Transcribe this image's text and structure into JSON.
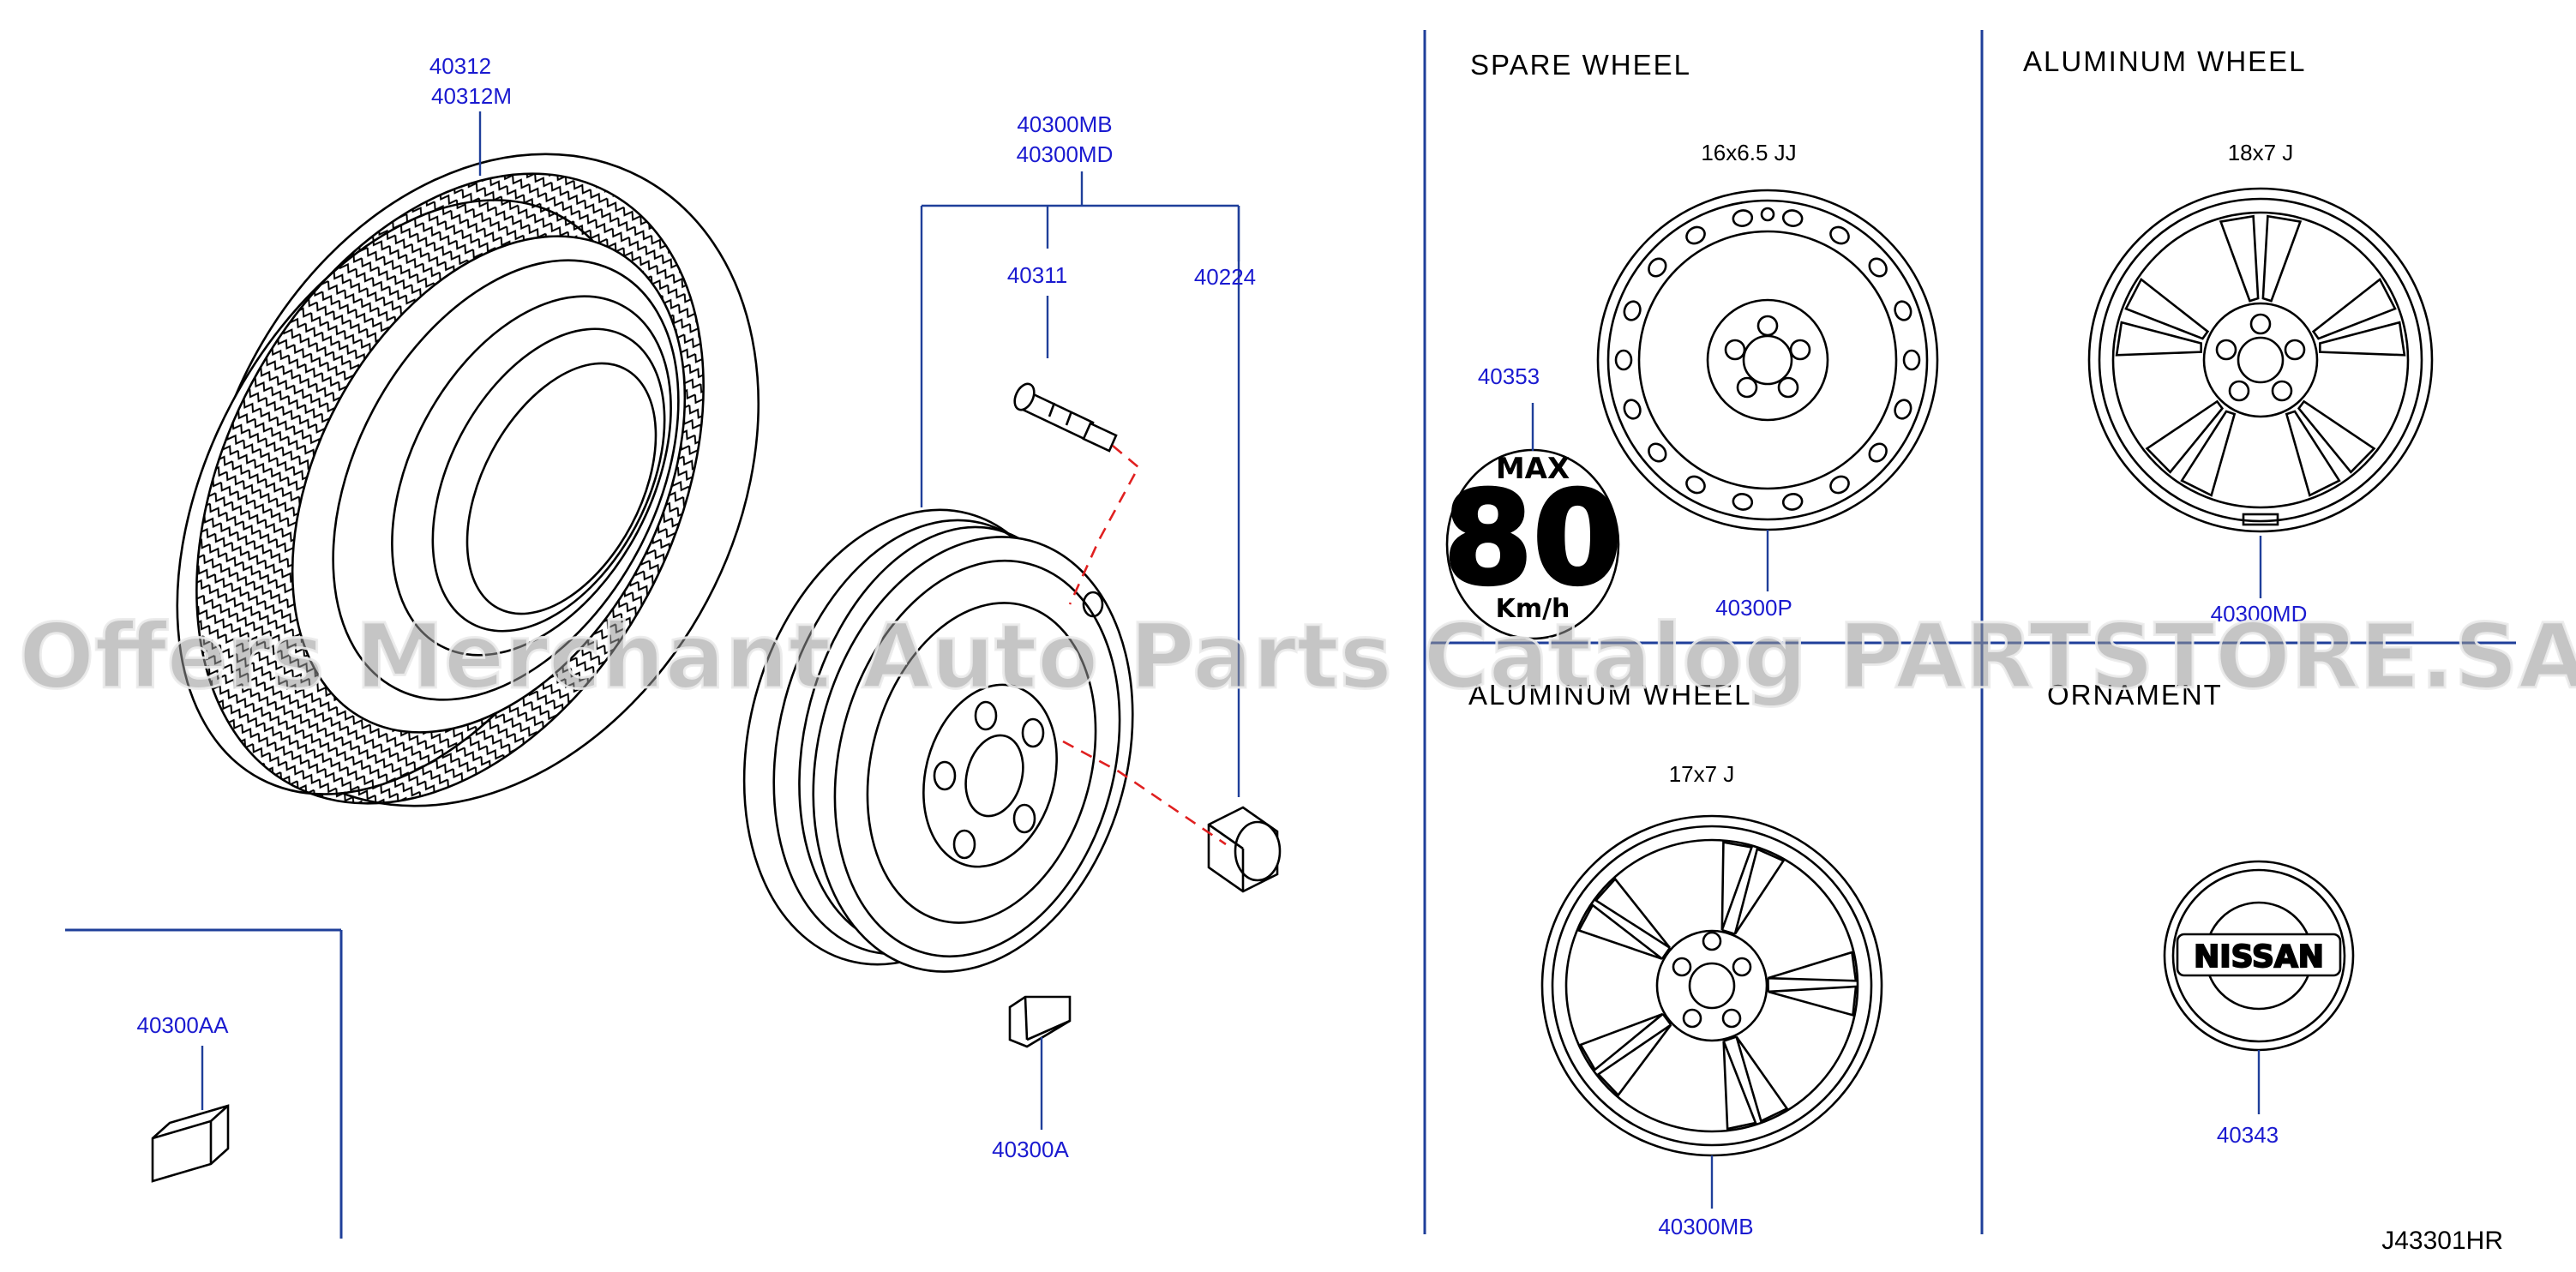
{
  "sections": {
    "spare_wheel": "SPARE   WHEEL",
    "aluminum_wheel_top": "ALUMINUM   WHEEL",
    "aluminum_wheel_bottom": "ALUMINUM   WHEEL",
    "ornament": "ORNAMENT"
  },
  "sizes": {
    "spare": "16x6.5   JJ",
    "alu18": "18x7   J",
    "alu17": "17x7   J"
  },
  "parts": {
    "tire_a": "40312",
    "tire_b": "40312M",
    "wheel_a": "40300MB",
    "wheel_b": "40300MD",
    "valve": "40311",
    "nut": "40224",
    "label": "40353",
    "spare": "40300P",
    "alu18": "40300MD",
    "weight_a": "40300A",
    "weight_aa": "40300AA",
    "alu17": "40300MB",
    "ornament": "40343"
  },
  "label_sticker": {
    "max": "MAX",
    "speed": "80",
    "unit": "Km/h"
  },
  "ornament_logo": "NISSAN",
  "diagram_code": "J43301HR",
  "watermark": "Offers Merchant Auto Parts Catalog PARTSTORE.SA",
  "colors": {
    "part_number": "#1a1ad0",
    "divider": "#1f3f9a",
    "dashed": "#e02020"
  }
}
